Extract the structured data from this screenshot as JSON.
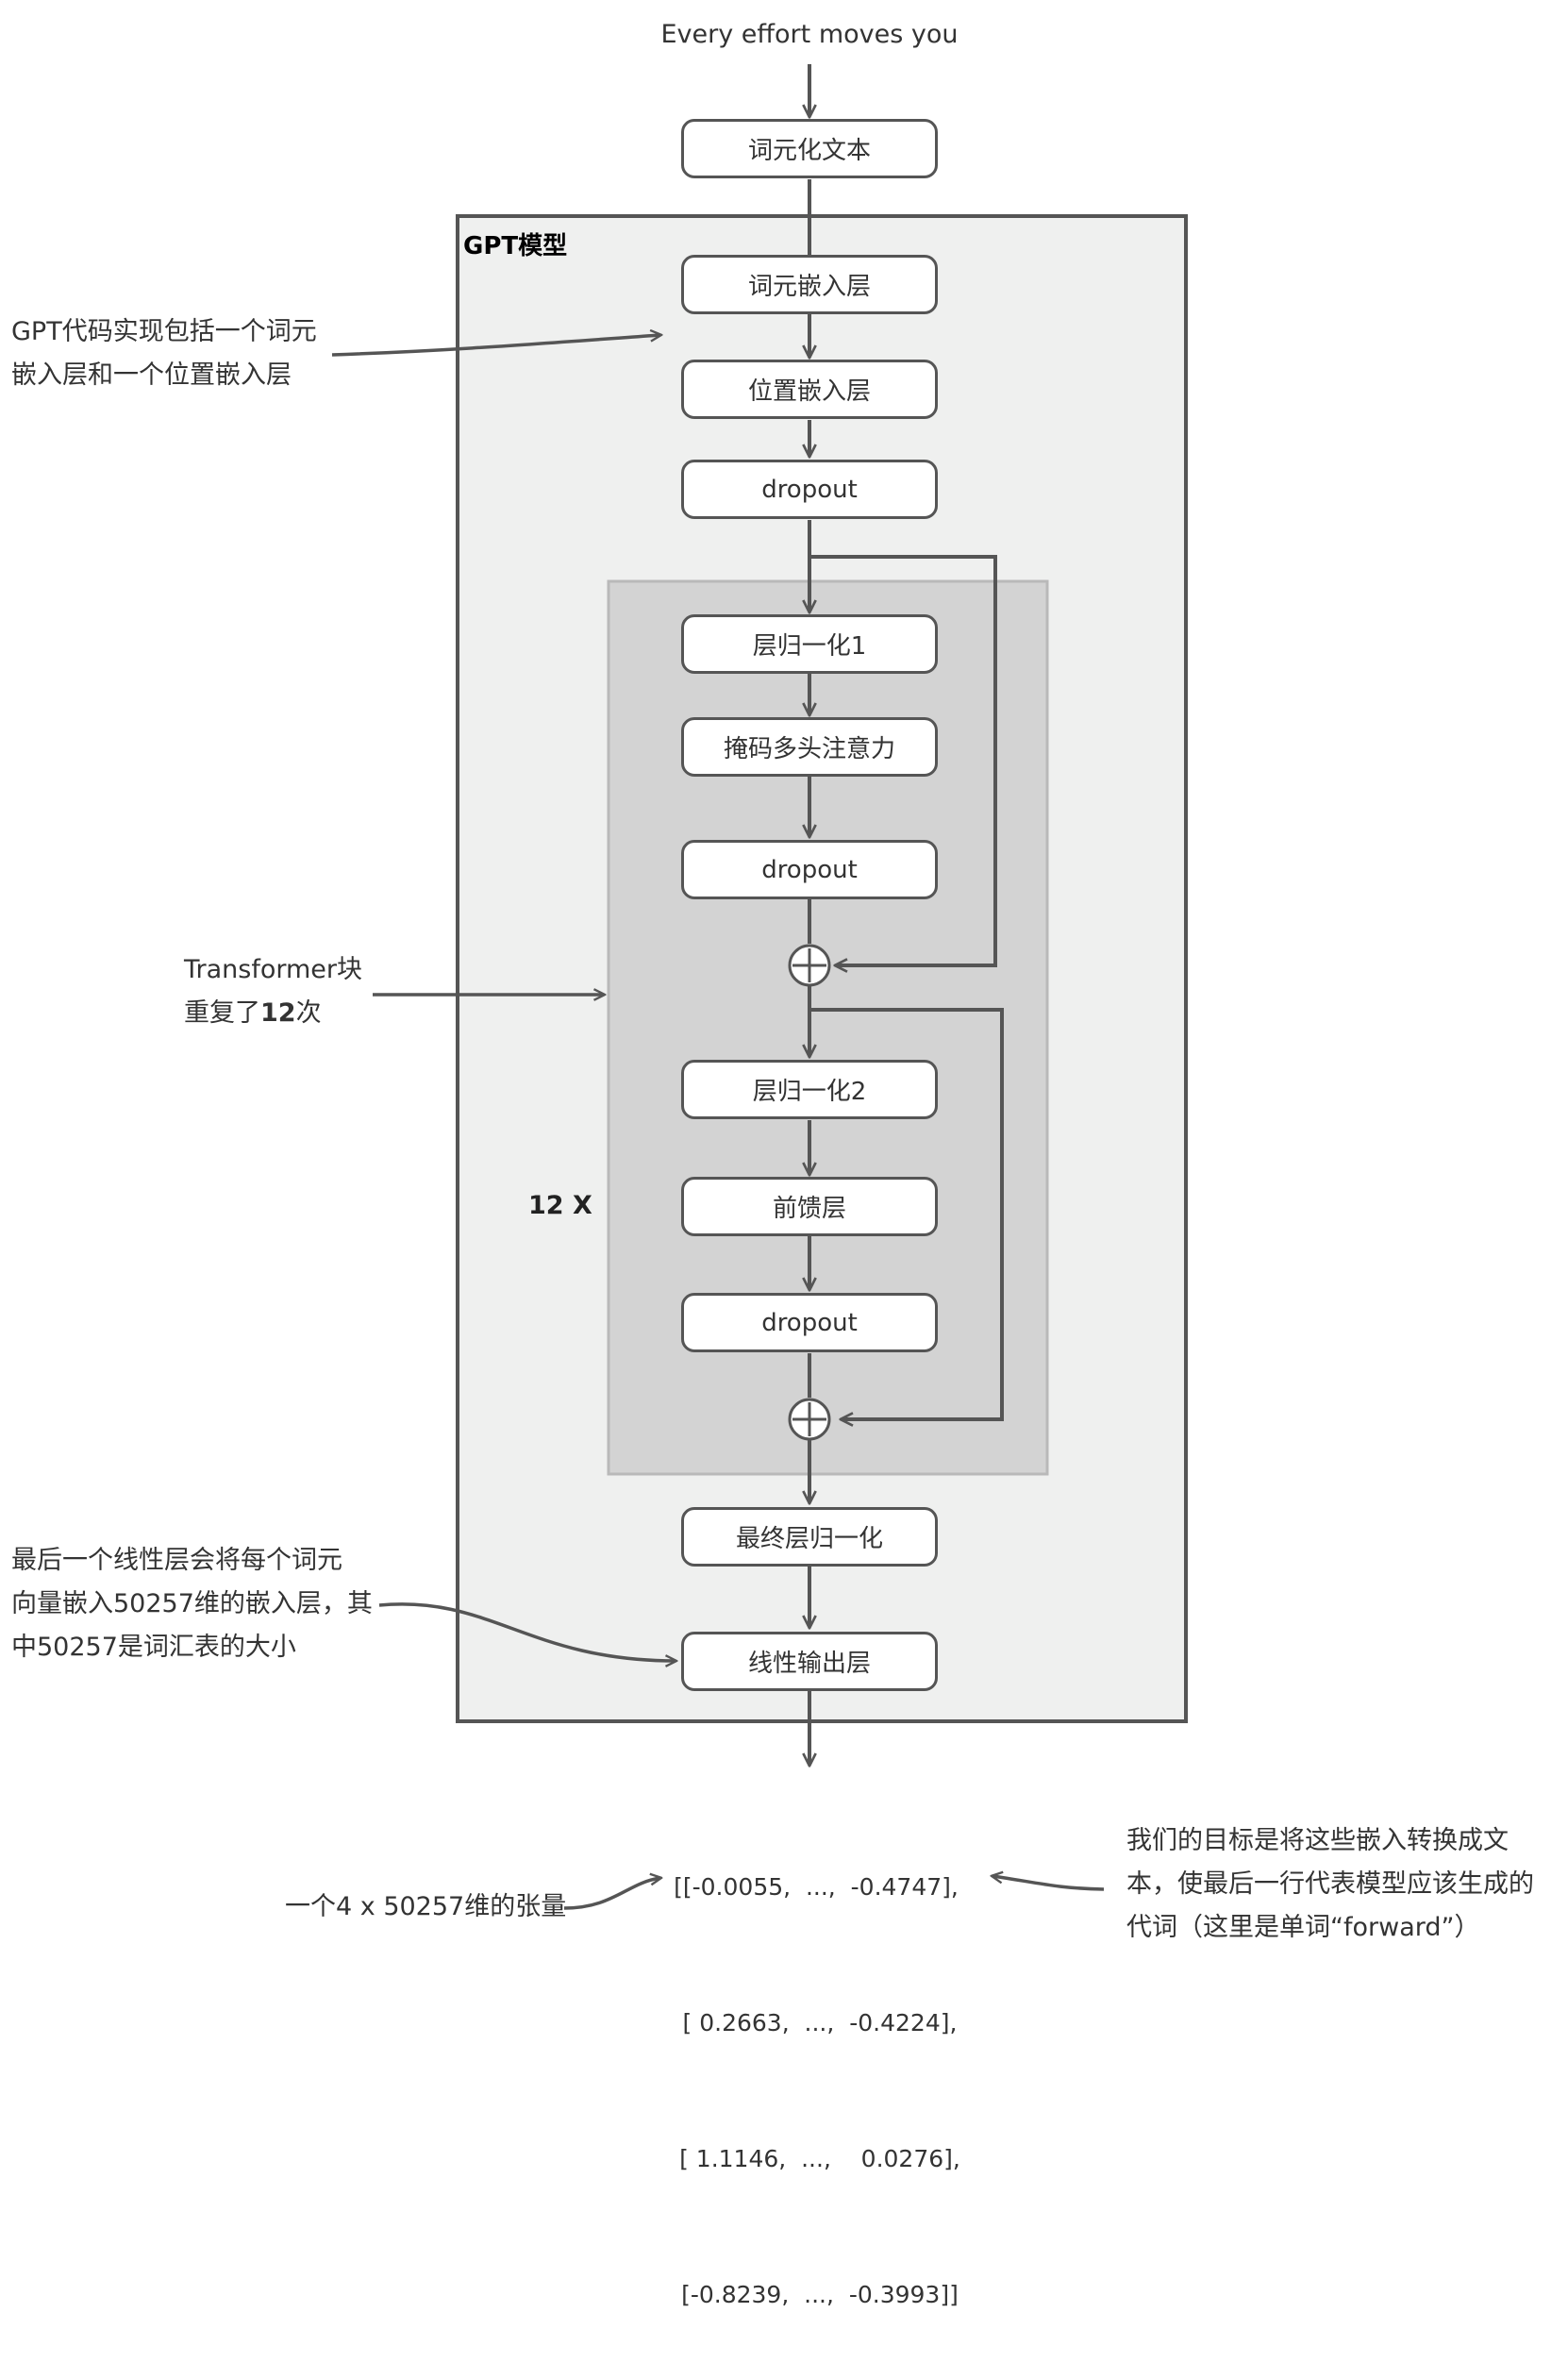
{
  "input_text": "Every effort moves you",
  "tokenized_text": "词元化文本",
  "gpt_model": {
    "title": "GPT模型",
    "nodes": {
      "token_embedding": "词元嵌入层",
      "position_embedding": "位置嵌入层",
      "dropout_1": "dropout",
      "final_norm": "最终层归一化",
      "linear_output": "线性输出层"
    }
  },
  "transformer_block": {
    "repeat_label": "12 X",
    "nodes": {
      "layernorm_1": "层归一化1",
      "masked_attention": "掩码多头注意力",
      "dropout_2": "dropout",
      "layernorm_2": "层归一化2",
      "feed_forward": "前馈层",
      "dropout_3": "dropout"
    }
  },
  "output_tensor": {
    "rows": [
      "[[-0.0055,  ...,  -0.4747],",
      " [ 0.2663,  ...,  -0.4224],",
      " [ 1.1146,  ...,    0.0276],",
      " [-0.8239,  ...,  -0.3993]]"
    ]
  },
  "annotations": {
    "embedding_note": [
      "GPT代码实现包括一个词元",
      "嵌入层和一个位置嵌入层"
    ],
    "transformer_note": {
      "line1": "Transformer块",
      "line2_prefix": "重复了",
      "line2_bold": "12",
      "line2_suffix": "次"
    },
    "linear_note": [
      "最后一个线性层会将每个词元",
      "向量嵌入50257维的嵌入层，其",
      "中50257是词汇表的大小"
    ],
    "tensor_note": "一个4 x 50257维的张量",
    "goal_note": [
      "我们的目标是将这些嵌入转换成文",
      "本，使最后一行代表模型应该生成的",
      "代词（这里是单词“forward”）"
    ]
  },
  "colors": {
    "line": "#555555",
    "outer_box_fill": "#eff0ef",
    "block_fill": "#d3d3d3",
    "block_border": "#b9b9b9"
  }
}
